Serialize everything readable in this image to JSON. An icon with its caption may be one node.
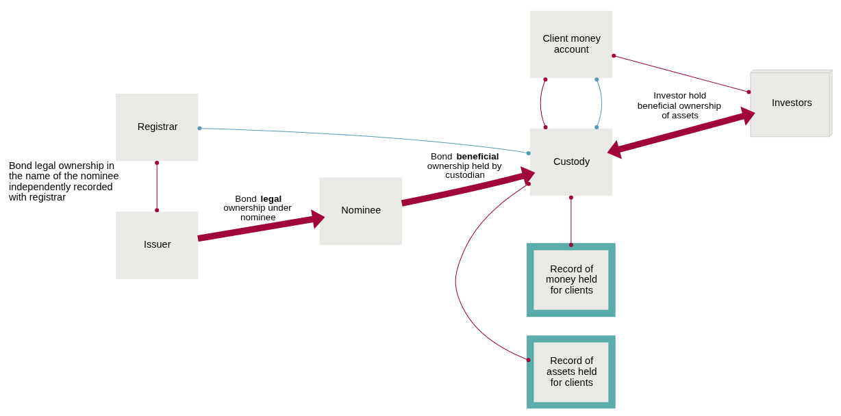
{
  "diagram": {
    "nodes": [
      {
        "text": [
          "Registrar"
        ],
        "beside": [
          "Bond legal ownership in the name of the nominee independently recorded with registrar"
        ]
      },
      {
        "text": [
          "Client money account"
        ]
      },
      {
        "text": [
          "Investors"
        ]
      },
      {
        "text": [
          "Issuer"
        ]
      },
      {
        "text": [
          "Nominee"
        ]
      },
      {
        "text": [
          "Custody"
        ]
      },
      {
        "text": [
          "Record of assets held for clients"
        ]
      },
      {
        "text": [
          "Record of money held for clients"
        ]
      }
    ],
    "edges": [
      {
        "from": 0,
        "to": 3,
        "arrow": "other"
      },
      {
        "from": 0,
        "to": 5,
        "arrow": "other",
        "color": "#5b9ab5"
      },
      {
        "from": 1,
        "to": 5,
        "arrow": "other",
        "color": "#5b9ab5"
      },
      {
        "from": 1,
        "to": 5,
        "arrow": "other"
      },
      {
        "from": 1,
        "to": 2,
        "arrow": "other"
      },
      {
        "from": 3,
        "to": 4,
        "arrow": "to",
        "style": "thick",
        "label": "Bond **legal** ownership under nominee"
      },
      {
        "from": 4,
        "to": 5,
        "arrow": "to",
        "style": "thick",
        "label": "Bond **beneficial** ownership held by custodian"
      },
      {
        "from": 5,
        "to": 2,
        "arrow": "both",
        "style": "thick",
        "label": "Investor hold beneficial ownership of assets"
      },
      {
        "from": 5,
        "to": 6,
        "arrow": "other"
      },
      {
        "from": 5,
        "to": 7,
        "arrow": "other"
      }
    ]
  }
}
